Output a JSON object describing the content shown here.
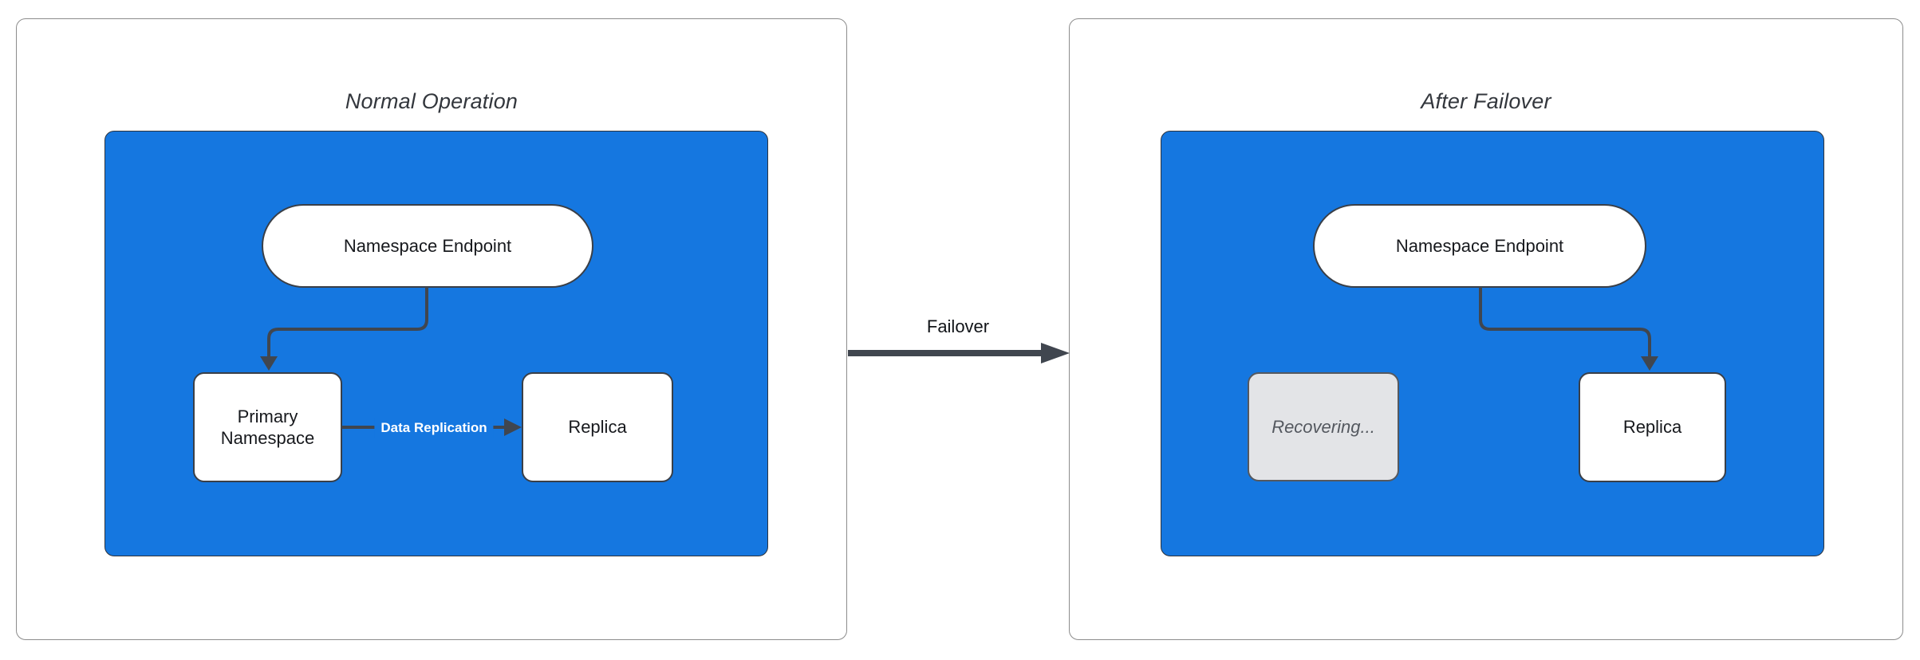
{
  "diagram": {
    "panels": [
      {
        "title": "Normal Operation",
        "endpoint_label": "Namespace Endpoint",
        "nodes": {
          "primary": "Primary Namespace",
          "replica": "Replica"
        },
        "edge_label": "Data Replication"
      },
      {
        "title": "After Failover",
        "endpoint_label": "Namespace Endpoint",
        "nodes": {
          "recovering": "Recovering...",
          "replica": "Replica"
        }
      }
    ],
    "transition_label": "Failover",
    "colors": {
      "container_blue": "#1577e0",
      "edge_dark": "#40464f",
      "node_border": "#3a3f47",
      "node_fill": "#ffffff",
      "recovering_fill": "#e3e4e7",
      "recovering_text": "#54585f",
      "panel_border": "#8c8c8c",
      "title_text": "#33373d",
      "edge_label_text": "#ffffff"
    }
  }
}
